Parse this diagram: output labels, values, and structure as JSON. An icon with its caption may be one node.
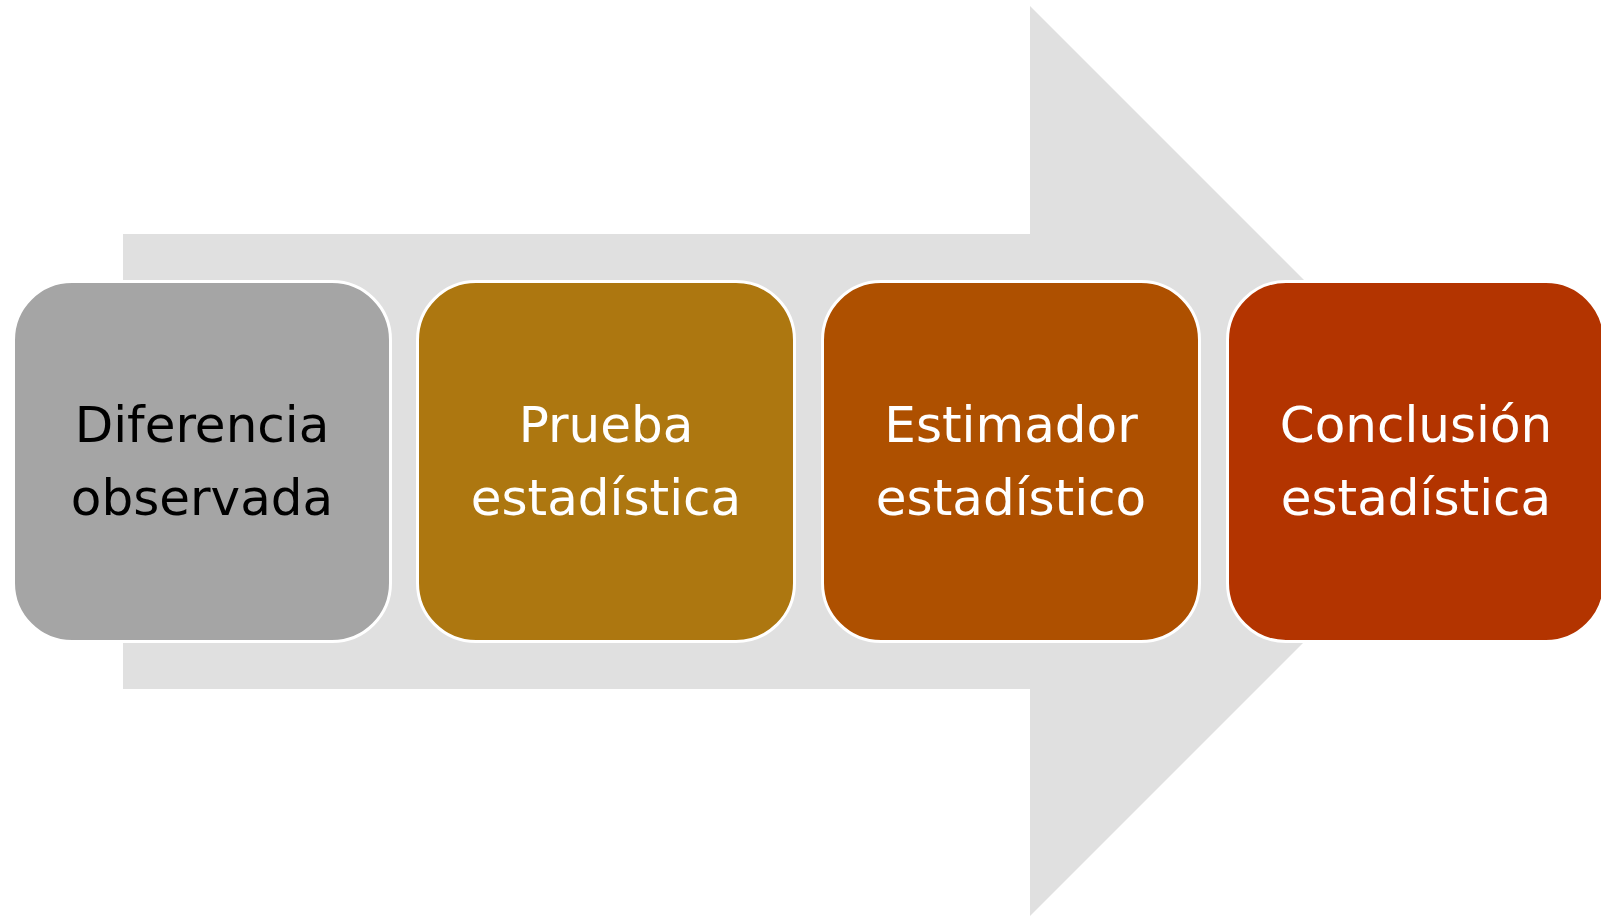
{
  "diagram": {
    "nodes": [
      {
        "text": [
          "Diferencia observada"
        ]
      },
      {
        "text": [
          "Prueba estadística"
        ]
      },
      {
        "text": [
          "Estimador estadístico"
        ]
      },
      {
        "text": [
          "Conclusión estadística"
        ]
      }
    ],
    "edges": [
      {
        "from": 0,
        "to": 3,
        "arrow": "to"
      }
    ]
  }
}
